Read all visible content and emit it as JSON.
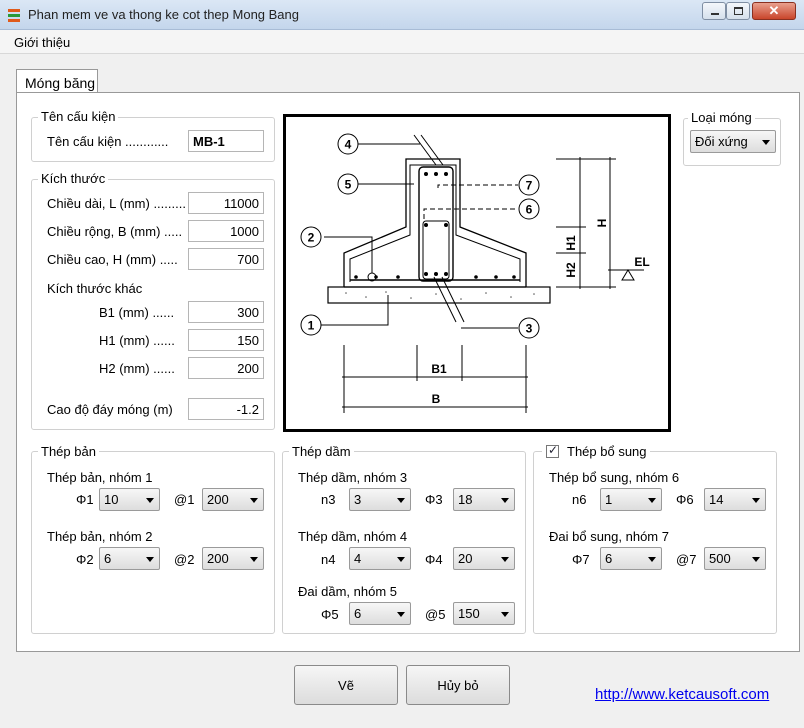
{
  "window": {
    "title": "Phan mem ve va thong ke cot thep Mong Bang"
  },
  "menu": {
    "about": "Giới thiệu"
  },
  "tab": {
    "label": "Móng băng"
  },
  "component_name": {
    "group": "Tên cấu kiện",
    "label": "Tên cấu kiện ............",
    "value": "MB-1"
  },
  "dimensions": {
    "group": "Kích thước",
    "length_label": "Chiều dài, L (mm) .........",
    "length": "11000",
    "width_label": "Chiều rộng, B (mm) .....",
    "width": "1000",
    "height_label": "Chiều cao, H (mm) .....",
    "height": "700",
    "other_label": "Kích thước khác",
    "b1_label": "B1 (mm) ......",
    "b1": "300",
    "h1_label": "H1 (mm) ......",
    "h1": "150",
    "h2_label": "H2 (mm) ......",
    "h2": "200",
    "base_level_label": "Cao độ đáy móng (m)",
    "base_level": "-1.2"
  },
  "foundation_type": {
    "group": "Loại móng",
    "value": "Đối xứng"
  },
  "drawing": {
    "markers": [
      "1",
      "2",
      "3",
      "4",
      "5",
      "6",
      "7"
    ],
    "dim_b1": "B1",
    "dim_b": "B",
    "dim_h": "H",
    "dim_h1": "H1",
    "dim_h2": "H2",
    "dim_el": "EL"
  },
  "slab_steel": {
    "group": "Thép bản",
    "g1_label": "Thép bản, nhóm 1",
    "phi1_label": "Φ1",
    "phi1": "10",
    "at1_label": "@1",
    "at1": "200",
    "g2_label": "Thép bản, nhóm 2",
    "phi2_label": "Φ2",
    "phi2": "6",
    "at2_label": "@2",
    "at2": "200"
  },
  "beam_steel": {
    "group": "Thép dầm",
    "g3_label": "Thép dầm, nhóm 3",
    "n3_label": "n3",
    "n3": "3",
    "phi3_label": "Φ3",
    "phi3": "18",
    "g4_label": "Thép dầm, nhóm 4",
    "n4_label": "n4",
    "n4": "4",
    "phi4_label": "Φ4",
    "phi4": "20",
    "g5_label": "Đai dầm, nhóm 5",
    "phi5_label": "Φ5",
    "phi5": "6",
    "at5_label": "@5",
    "at5": "150"
  },
  "extra_steel": {
    "group": "Thép bổ sung",
    "checked": true,
    "g6_label": "Thép bổ sung, nhóm 6",
    "n6_label": "n6",
    "n6": "1",
    "phi6_label": "Φ6",
    "phi6": "14",
    "g7_label": "Đai bổ sung, nhóm 7",
    "phi7_label": "Φ7",
    "phi7": "6",
    "at7_label": "@7",
    "at7": "500"
  },
  "buttons": {
    "draw": "Vẽ",
    "cancel": "Hủy bỏ"
  },
  "link": "http://www.ketcausoft.com"
}
